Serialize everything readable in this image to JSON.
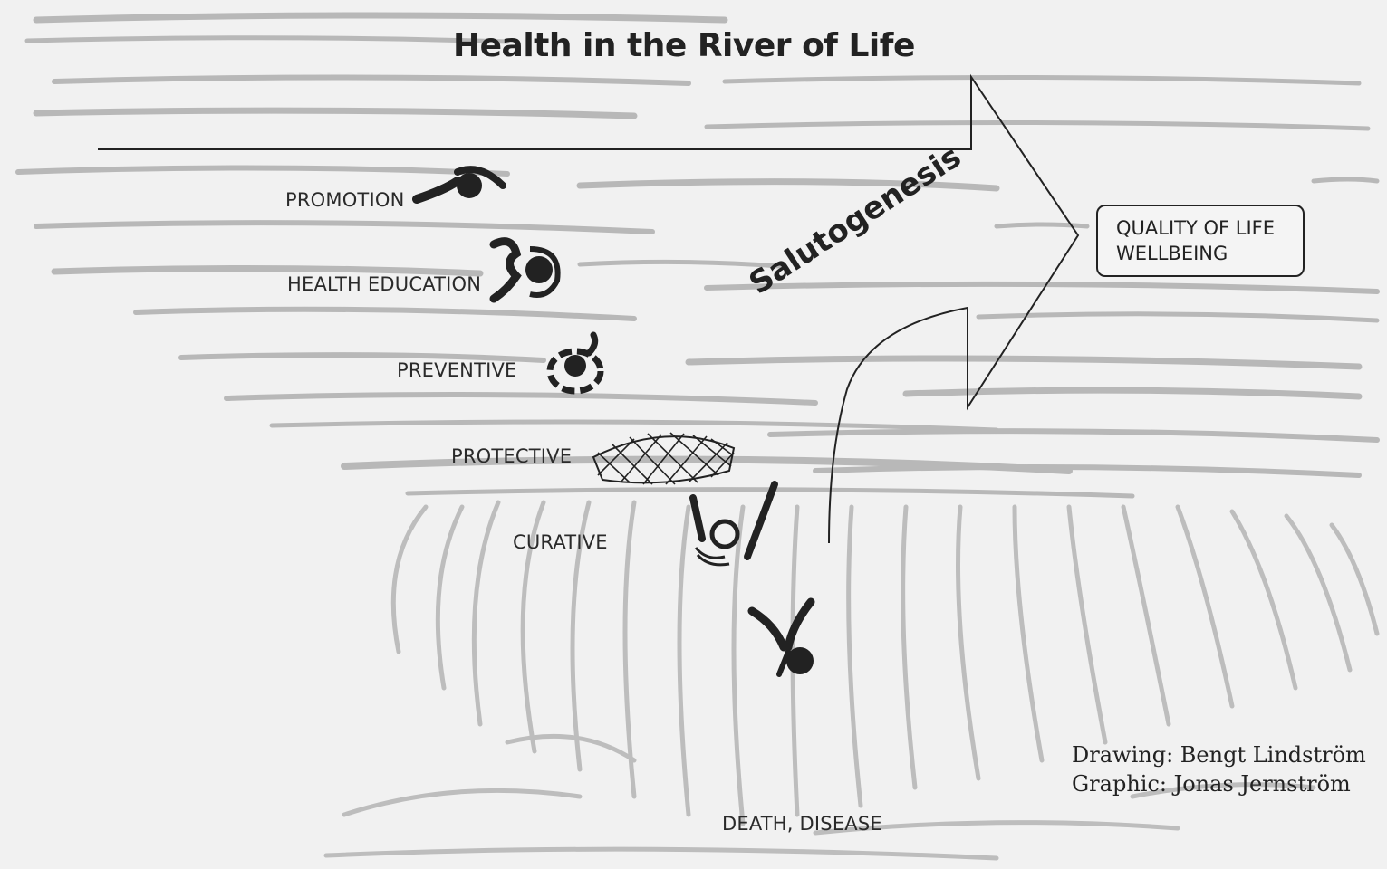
{
  "title": "Health in the River of Life",
  "salutogenesis_label": "Salutogenesis",
  "quality_box": {
    "line1": "QUALITY OF LIFE",
    "line2": "WELLBEING"
  },
  "stages": {
    "promotion": "PROMOTION",
    "health_education": "HEALTH EDUCATION",
    "preventive": "PREVENTIVE",
    "protective": "PROTECTIVE",
    "curative": "CURATIVE",
    "death_disease": "DEATH, DISEASE"
  },
  "credits": {
    "drawing": "Drawing: Bengt Lindström",
    "graphic": "Graphic: Jonas Jernström"
  },
  "colors": {
    "ink": "#222222",
    "water": "#bdbdbd",
    "paper": "#f1f1f1"
  },
  "icons": [
    "swimmer-icon",
    "swimmer-icon",
    "swimmer-icon",
    "safety-net-icon",
    "drowning-swimmer-icon",
    "falling-swimmer-icon"
  ]
}
